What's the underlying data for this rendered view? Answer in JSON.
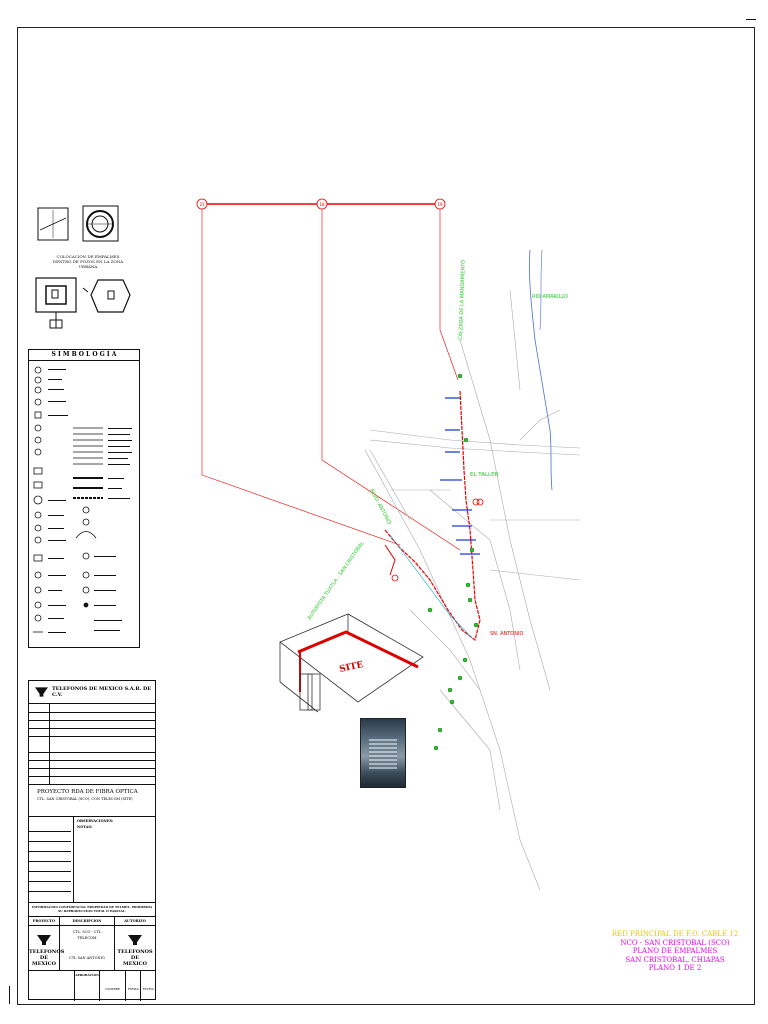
{
  "sheet": {
    "company": "TELEFONOS DE MEXICO S.A.B. DE C.V.",
    "project_title": "PROYECTO RDA DE FIBRA OPTICA",
    "project_sub": "CTL. SAN CRISTOBAL (SCO). CON TELECOM (SITE)",
    "observaciones": "OBSERVACIONES:",
    "notas": "NOTAS:",
    "confidential": "INFORMACION CONFIDENCIAL PROPIEDAD DE TELMEX. PROHIBIDA SU REPRODUCCION TOTAL O PARCIAL.",
    "col_proyecto": "PROYECTO",
    "col_descripcion": "DESCRIPCION",
    "col_autorizo": "AUTORIZO",
    "ctl_line": "CTL. SCO - CTL TELECOM",
    "site_line": "CTL SAN ANTONIO",
    "logo_left": "TELEFONOS\nDE\nMEXICO",
    "logo_right": "TELEFONOS\nDE\nMEXICO",
    "aprobacion": "APROBACION",
    "nombre": "NOMBRE",
    "firma": "FIRMA",
    "fecha": "FECHA"
  },
  "detail": {
    "caption": "COLOCACION DE EMPALMES DENTRO DE POZOS EN LA ZONA URBANA"
  },
  "symbology": {
    "title": "S I M B O L O G I A"
  },
  "map": {
    "labels": {
      "street_top": "CALZADA DE LA MANDAMIENTO",
      "river": "RIO AMARILLO",
      "crossing": "EL TALLER",
      "highway": "AUTOPISTA TUXTLA - SAN CRISTOBAL",
      "blvd": "BLVD. ANTONIO",
      "site": "SITE",
      "san_antonio": "SN. ANTONIO"
    },
    "markers": [
      "21",
      "18",
      "19"
    ]
  },
  "plan_title": {
    "line1": "RED PRINCIPAL DE F.O. CABLE 12",
    "line2": "NCO - SAN CRISTOBAL (SCO)",
    "line3": "PLANO DE EMPALMES",
    "line4": "SAN CRISTOBAL, CHIAPAS",
    "line5": "PLANO 1 DE 2"
  }
}
